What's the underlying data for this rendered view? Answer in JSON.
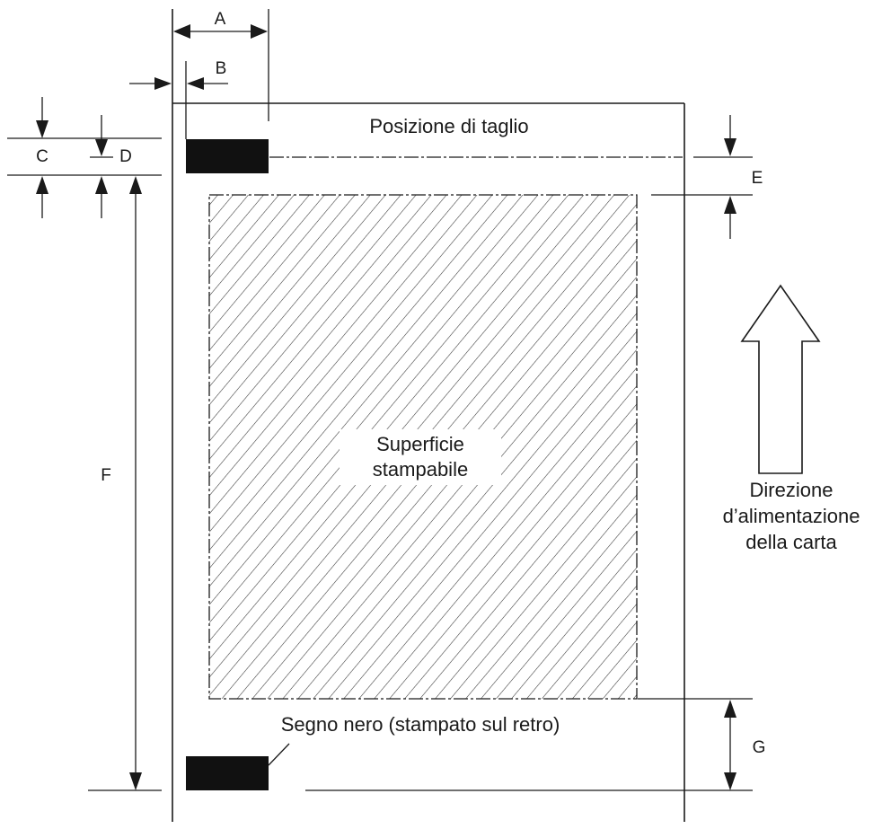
{
  "labels": {
    "A": "A",
    "B": "B",
    "C": "C",
    "D": "D",
    "E": "E",
    "F": "F",
    "G": "G"
  },
  "texts": {
    "cut_position": "Posizione di taglio",
    "printable_area_line1": "Superficie",
    "printable_area_line2": "stampabile",
    "feed_direction_line1": "Direzione",
    "feed_direction_line2": "d’alimentazione",
    "feed_direction_line3": "della carta",
    "black_mark": "Segno nero (stampato sul retro)"
  }
}
